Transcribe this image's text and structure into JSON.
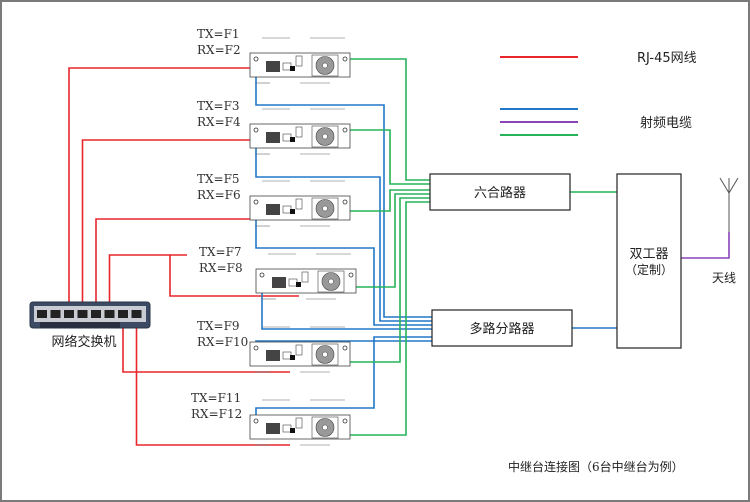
{
  "title": "中继台连接图（6台中继台为例）",
  "colors": {
    "rj45": "#e8262b",
    "rf_blue": "#2278c8",
    "rf_purple": "#8a44b8",
    "rf_green": "#27b35a",
    "box_border": "#222222",
    "antenna": "#555555"
  },
  "legend": {
    "rj45_label": "RJ-45网线",
    "rf_label": "射频电缆"
  },
  "combiner": {
    "label": "六合路器"
  },
  "divider": {
    "label": "多路分路器"
  },
  "duplexer": {
    "label_line1": "双工器",
    "label_line2": "（定制）"
  },
  "antenna": {
    "label": "天线"
  },
  "switch": {
    "label": "网络交换机",
    "ports": 8
  },
  "repeaters": [
    {
      "tx": "TX=F1",
      "rx": "RX=F2"
    },
    {
      "tx": "TX=F3",
      "rx": "RX=F4"
    },
    {
      "tx": "TX=F5",
      "rx": "RX=F6"
    },
    {
      "tx": "TX=F7",
      "rx": "RX=F8"
    },
    {
      "tx": "TX=F9",
      "rx": "RX=F10"
    },
    {
      "tx": "TX=F11",
      "rx": "RX=F12"
    }
  ]
}
